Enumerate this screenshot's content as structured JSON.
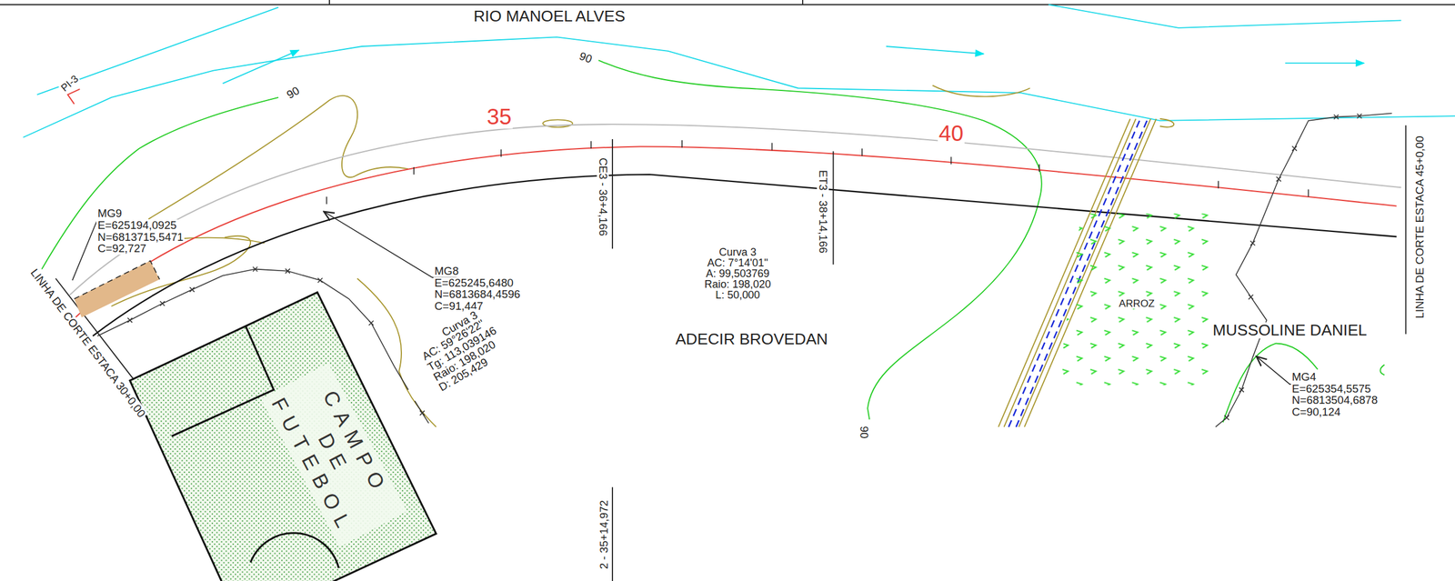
{
  "diagram": {
    "nodes": [
      {
        "text": [
          "CAMPO DE FUTEBOL"
        ]
      }
    ],
    "labels": [
      "RIO MANOEL ALVES",
      "PI-3",
      "90",
      "90",
      "90",
      "35",
      "40",
      "CE3 - 36+4,166",
      "ET3 - 38+14,166",
      "2 - 35+14,972",
      "MG9",
      "E=625194,0925",
      "N=6813715,5471",
      "C=92,727",
      "MG8",
      "E=625245,6480",
      "N=6813684,4596",
      "C=91,447",
      "Curva 3",
      "AC: 59°26'22''",
      "Tg: 113,039146",
      "Raio: 198,020",
      "D: 205,429",
      "Curva 3",
      "AC: 7°14'01''",
      "A: 99,503769",
      "Raio: 198,020",
      "L: 50,000",
      "ADECIR BROVEDAN",
      "ARROZ",
      "MUSSOLINE DANIEL",
      "MG4",
      "E=625354,5575",
      "N=6813504,6878",
      "C=90,124",
      "LINHA DE CORTE ESTACA 30+0,00",
      "LINHA DE CORTE ESTACA 45+0,00"
    ]
  }
}
